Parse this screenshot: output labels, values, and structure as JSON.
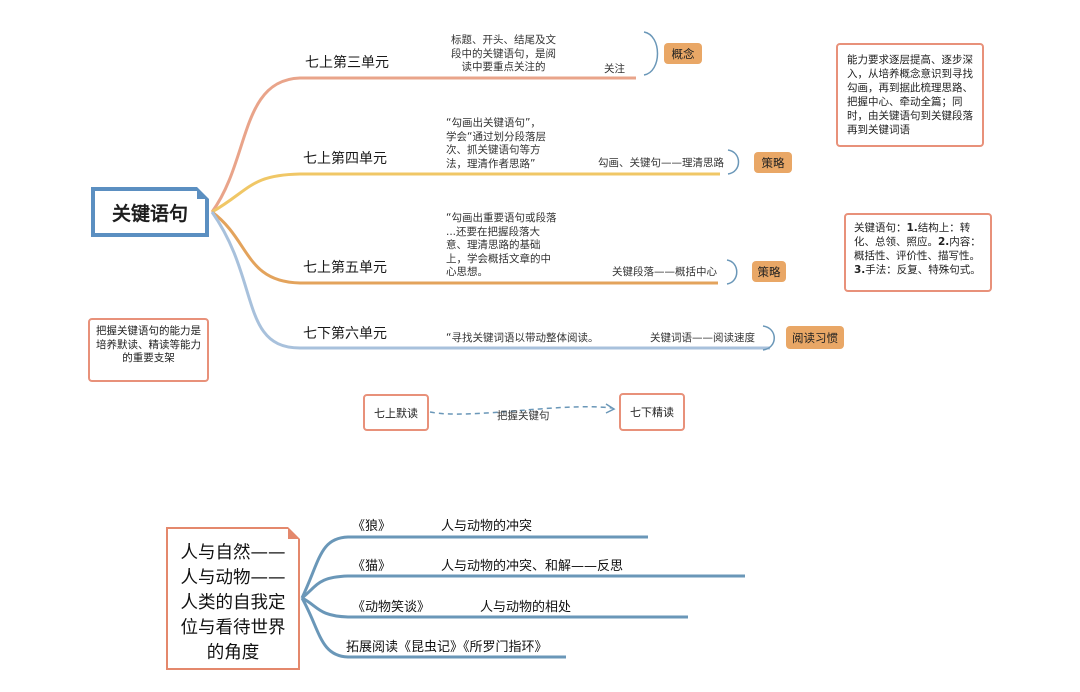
{
  "map1": {
    "center": "关键语句",
    "branches": [
      {
        "name": "七上第三单元",
        "desc": [
          "标题、开头、结尾及文",
          "段中的关键语句，是阅",
          "读中要重点关注的"
        ],
        "note": "关注",
        "tag": "概念"
      },
      {
        "name": "七上第四单元",
        "desc": [
          "“勾画出关键语句”，",
          "学会“通过划分段落层",
          "次、抓关键语句等方",
          "法，理清作者思路”"
        ],
        "note": "勾画、关键句——理清思路",
        "tag": "策略"
      },
      {
        "name": "七上第五单元",
        "desc": [
          "“勾画出重要语句或段落",
          "...还要在把握段落大",
          "意、理清思路的基础",
          "上，学会概括文章的中",
          "心思想。"
        ],
        "note": "关键段落——概括中心",
        "tag": "策略"
      },
      {
        "name": "七下第六单元",
        "desc": [
          "“寻找关键词语以带动整体阅读。"
        ],
        "note": "关键词语——阅读速度",
        "tag": "阅读习惯"
      }
    ],
    "side_note_left": "把握关键语句的能力是培养默读、精读等能力的重要支架",
    "right_note_top": "能力要求逐层提高、逐步深入，从培养概念意识到寻找勾画，再到据此梳理思路、把握中心、牵动全篇；同时，由关键语句到关键段落再到关键词语",
    "right_note_mid": {
      "p1": "关键语句：",
      "b1": "1.",
      "p2": "结构上：转化、总领、照应。",
      "b2": "2.",
      "p3": "内容：概括性、评价性、描写性。",
      "b3": "3.",
      "p4": "手法：反复、特殊句式。"
    },
    "flow": {
      "from": "七上默读",
      "label": "把握关键句",
      "to": "七下精读"
    }
  },
  "map2": {
    "center_lines": [
      "人与自然——",
      "人与动物——",
      "人类的自我定",
      "位与看待世界",
      "的角度"
    ],
    "branches": [
      {
        "title": "《狼》",
        "desc": "人与动物的冲突"
      },
      {
        "title": "《猫》",
        "desc": "人与动物的冲突、和解——反思"
      },
      {
        "title": "《动物笑谈》",
        "desc": "人与动物的相处"
      },
      {
        "title": "拓展阅读《昆虫记》《所罗门指环》",
        "desc": ""
      }
    ]
  },
  "colors": {
    "blue": "#5b8fc1",
    "orange": "#e9a766",
    "salmon": "#e8917a",
    "teal": "#6a97b8"
  }
}
